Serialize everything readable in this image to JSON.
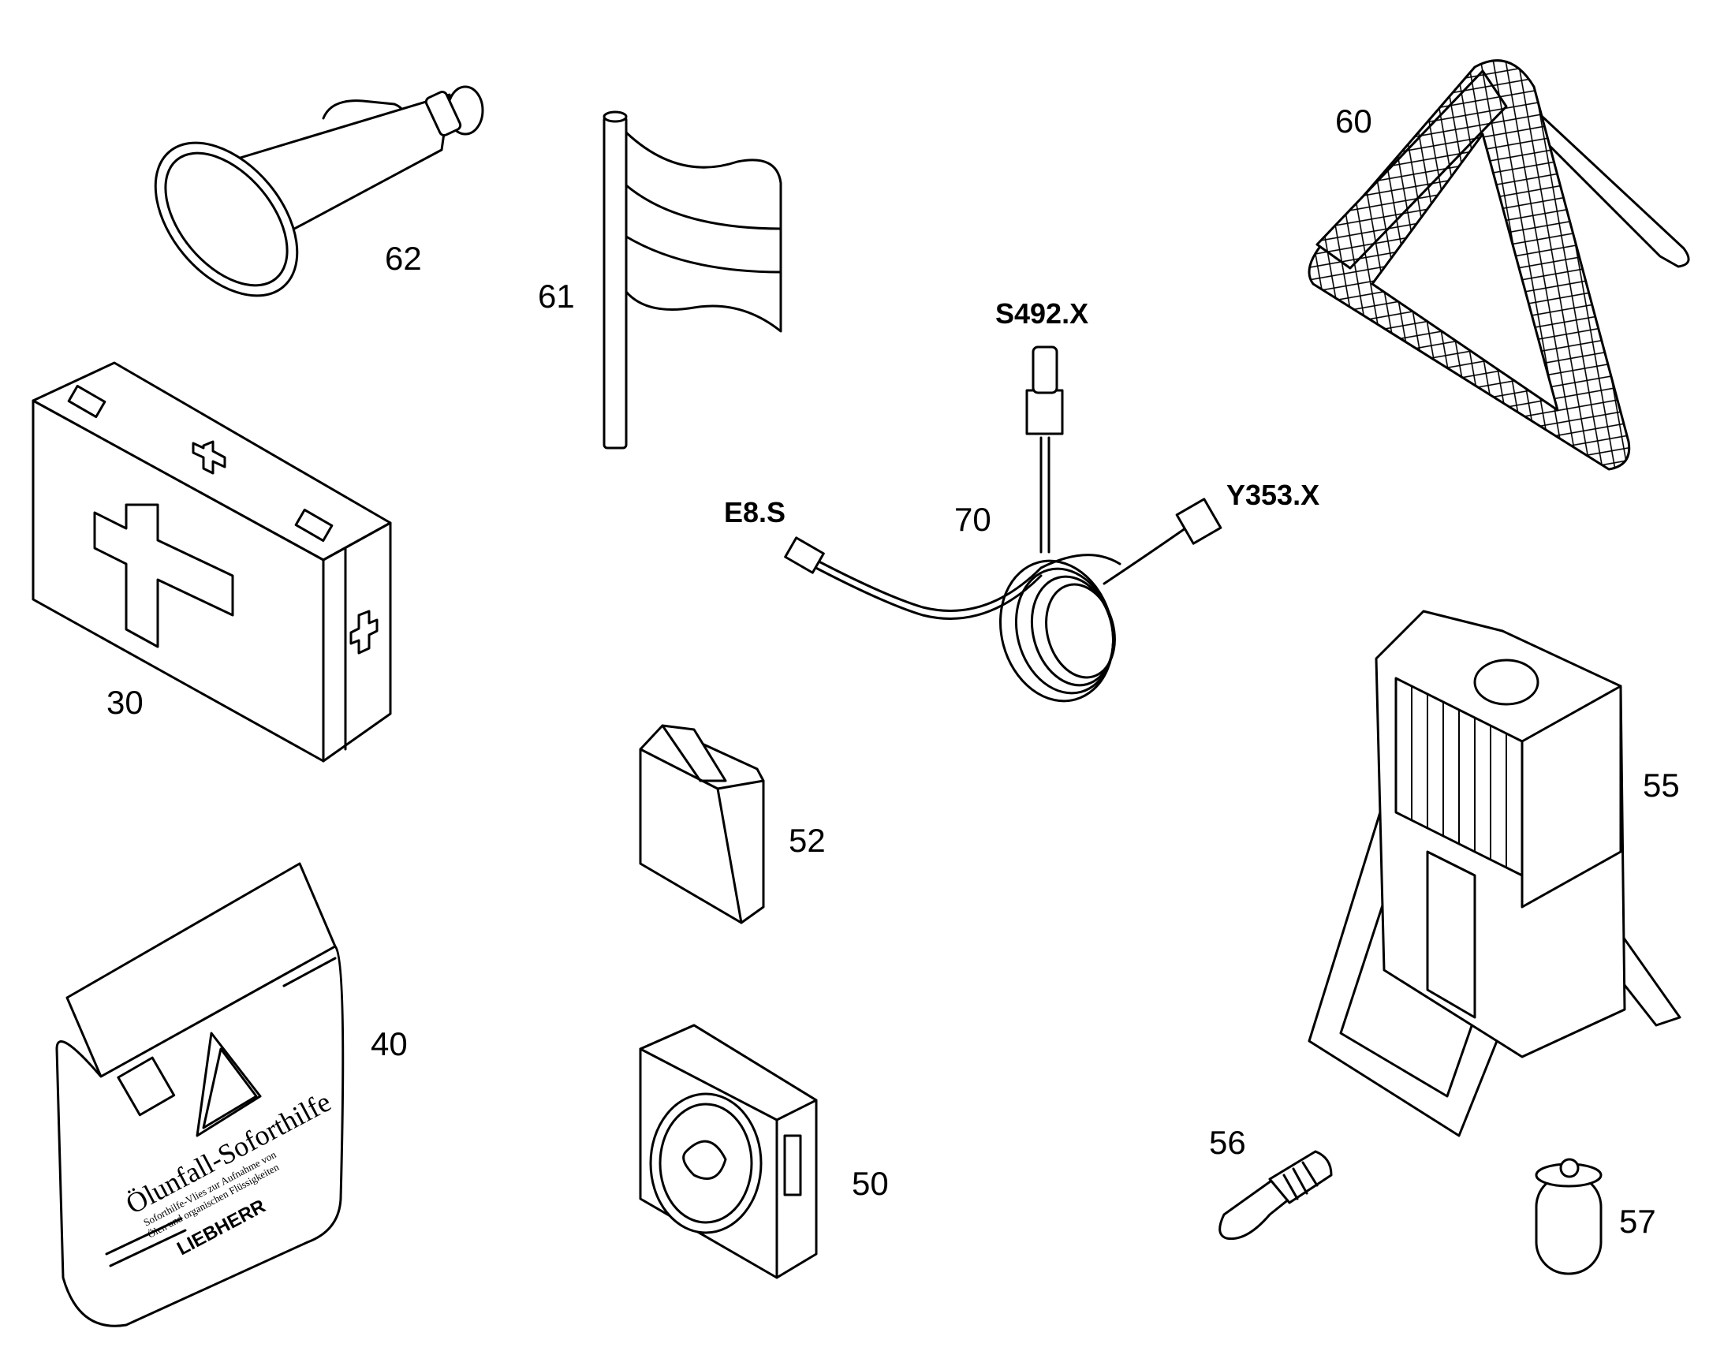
{
  "labels": {
    "horn": "62",
    "flag": "61",
    "triangle": "60",
    "first_aid": "30",
    "cable": "70",
    "connector_top": "S492.X",
    "connector_left": "E8.S",
    "connector_right": "Y353.X",
    "lamp": "55",
    "canister": "52",
    "oil_kit": "40",
    "box_lamp": "50",
    "bulb": "56",
    "fuse": "57"
  },
  "oil_kit_text": {
    "title": "Ölunfall-Soforthilfe",
    "desc_line1": "Soforthilfe-Vlies zur Aufnahme von",
    "desc_line2": "Ölen und organischen Flüssigkeiten",
    "brand": "LIEBHERR"
  }
}
